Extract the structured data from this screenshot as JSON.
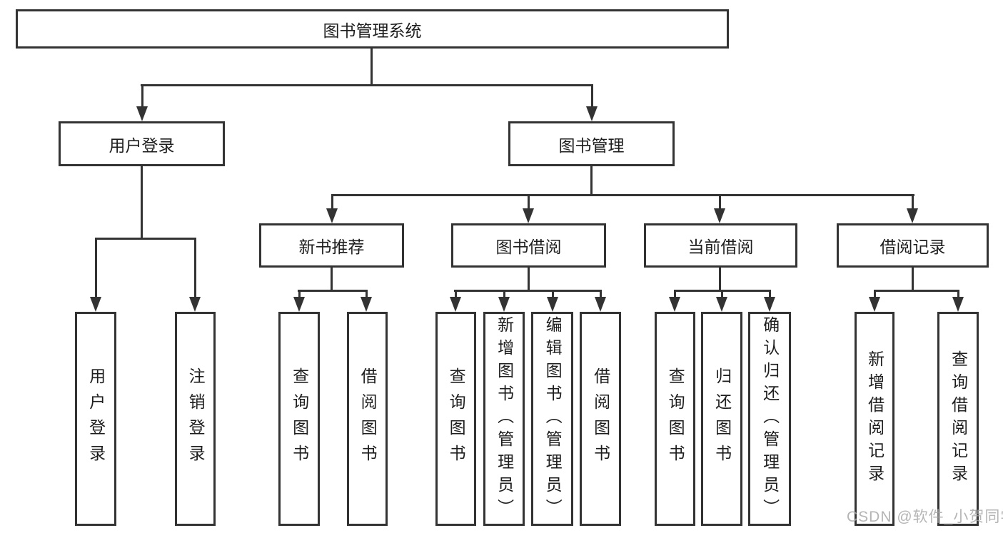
{
  "colors": {
    "line": "#333333",
    "text": "#1e1e1e",
    "background": "#ffffff",
    "watermark": "#a8a8a8"
  },
  "root": {
    "label": "图书管理系统"
  },
  "branches": {
    "user_login": {
      "label": "用户登录",
      "children": {
        "login": {
          "label": "用户登录"
        },
        "logout": {
          "label": "注销登录"
        }
      }
    },
    "book_management": {
      "label": "图书管理",
      "children": {
        "new_book_recommend": {
          "label": "新书推荐",
          "children": {
            "query_books": {
              "label": "查询图书"
            },
            "borrow_books": {
              "label": "借阅图书"
            }
          }
        },
        "book_borrowing": {
          "label": "图书借阅",
          "children": {
            "query_books": {
              "label": "查询图书"
            },
            "add_books_admin": {
              "label": "新增图书（管理员）"
            },
            "edit_books_admin": {
              "label": "编辑图书（管理员）"
            },
            "borrow_books": {
              "label": "借阅图书"
            }
          }
        },
        "current_borrowing": {
          "label": "当前借阅",
          "children": {
            "query_books": {
              "label": "查询图书"
            },
            "return_books": {
              "label": "归还图书"
            },
            "confirm_return_admin": {
              "label": "确认归还（管理员）"
            }
          }
        },
        "borrowing_records": {
          "label": "借阅记录",
          "children": {
            "add_record": {
              "label": "新增借阅记录"
            },
            "query_record": {
              "label": "查询借阅记录"
            }
          }
        }
      }
    }
  },
  "watermark": "CSDN @软件_小贺同学"
}
